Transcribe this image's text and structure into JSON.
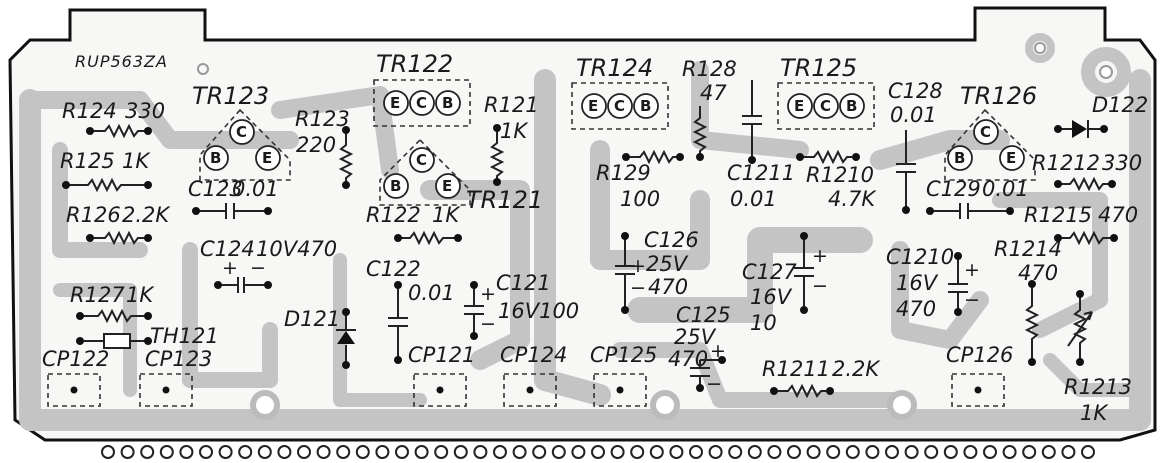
{
  "board_id": "RUP563ZA",
  "transistors": [
    {
      "ref": "TR123",
      "pins": [
        "C",
        "B",
        "E"
      ]
    },
    {
      "ref": "TR122",
      "pins": [
        "E",
        "C",
        "B"
      ]
    },
    {
      "ref": "TR121",
      "pins": [
        "C",
        "B",
        "E"
      ]
    },
    {
      "ref": "TR124",
      "pins": [
        "E",
        "C",
        "B"
      ]
    },
    {
      "ref": "TR125",
      "pins": [
        "E",
        "C",
        "B"
      ]
    },
    {
      "ref": "TR126",
      "pins": [
        "C",
        "B",
        "E"
      ]
    }
  ],
  "resistors": [
    {
      "ref": "R124",
      "value": "330"
    },
    {
      "ref": "R125",
      "value": "1K"
    },
    {
      "ref": "R126",
      "value": "2.2K"
    },
    {
      "ref": "R127",
      "value": "1K"
    },
    {
      "ref": "R123",
      "value": "220"
    },
    {
      "ref": "R122",
      "value": "1K"
    },
    {
      "ref": "R121",
      "value": "1K"
    },
    {
      "ref": "R128",
      "value": "47"
    },
    {
      "ref": "R129",
      "value": "100"
    },
    {
      "ref": "R1210",
      "value": "4.7K"
    },
    {
      "ref": "R1211",
      "value": "2.2K"
    },
    {
      "ref": "R1212",
      "value": "330"
    },
    {
      "ref": "R1215",
      "value": "470"
    },
    {
      "ref": "R1214",
      "value": "470"
    },
    {
      "ref": "R1213",
      "value": "1K"
    }
  ],
  "capacitors": [
    {
      "ref": "C123",
      "value": "0.01"
    },
    {
      "ref": "C124",
      "value": "10V470"
    },
    {
      "ref": "C122",
      "value": "0.01"
    },
    {
      "ref": "C121",
      "value": "16V100"
    },
    {
      "ref": "C126",
      "voltage": "25V",
      "value": "470"
    },
    {
      "ref": "C127",
      "voltage": "16V",
      "value": "10"
    },
    {
      "ref": "C1211",
      "value": "0.01"
    },
    {
      "ref": "C125",
      "voltage": "25V",
      "value": "470"
    },
    {
      "ref": "C128",
      "value": "0.01"
    },
    {
      "ref": "C129",
      "value": "0.01"
    },
    {
      "ref": "C1210",
      "voltage": "16V",
      "value": "470"
    }
  ],
  "diodes": [
    "D121",
    "D122"
  ],
  "thermistor": "TH121",
  "connectors": [
    "CP122",
    "CP123",
    "CP121",
    "CP124",
    "CP125",
    "CP126"
  ],
  "polarity": {
    "plus": "+",
    "minus": "−"
  }
}
